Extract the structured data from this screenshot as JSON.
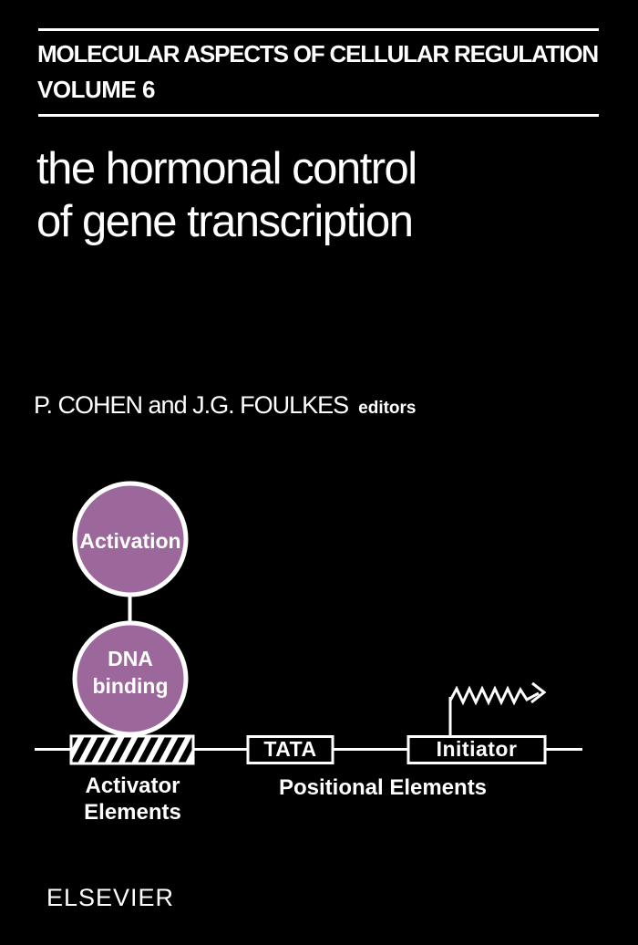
{
  "header": {
    "series": "MOLECULAR ASPECTS OF CELLULAR REGULATION",
    "volume": "VOLUME 6"
  },
  "title": {
    "line1": "the hormonal control",
    "line2": "of gene transcription"
  },
  "editors": {
    "names": "P. COHEN and J.G. FOULKES",
    "label": "editors"
  },
  "diagram": {
    "activation_node": "Activation",
    "dna_node_line1": "DNA",
    "dna_node_line2": "binding",
    "tata_box": "TATA",
    "initiator_box": "Initiator",
    "activator_caption_line1": "Activator",
    "activator_caption_line2": "Elements",
    "positional_caption": "Positional Elements"
  },
  "publisher": "ELSEVIER",
  "colors": {
    "background": "#000000",
    "text": "#ffffff",
    "line": "#ffffff",
    "node_fill": "#9c689c"
  }
}
